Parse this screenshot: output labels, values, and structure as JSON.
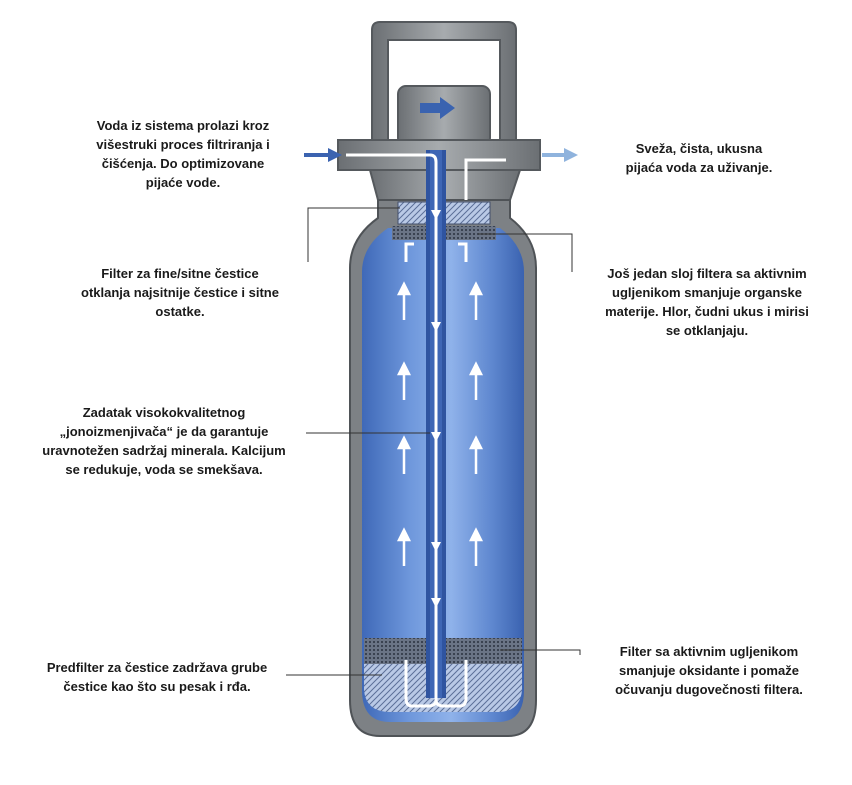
{
  "labels": {
    "intake": "Voda iz sistema prolazi kroz\nvišestruki proces filtriranja i\nčišćenja. Do optimizovane\npijaće vode.",
    "output": "Sveža, čista, ukusna\npijaća voda za uživanje.",
    "fine_filter": "Filter za fine/sitne čestice\notklanja najsitnije čestice i sitne\nostatke.",
    "carbon_top": "Još jedan sloj filtera sa aktivnim\nugljenikom smanjuje organske\nmaterije. Hlor, čudni ukus i mirisi\nse otklanjaju.",
    "ion_exchange": "Zadatak visokokvalitetnog\n„jonoizmenjivača“ je da garantuje\nuravnotežen sadržaj minerala. Kalcijum\nse redukuje, voda se smekšava.",
    "carbon_bottom": "Filter sa aktivnim ugljenikom\nsmanjuje oksidante i pomaže\nočuvanju dugovečnosti filtera.",
    "prefilter": "Predfilter za čestice zadržava grube\nčestice kao što su pesak i rđa."
  },
  "colors": {
    "housing_grey": "#8a8d90",
    "housing_dark": "#5e6266",
    "water_blue": "#4a78c4",
    "water_light": "#a9c2ea",
    "inlet_arrow": "#3b63b0",
    "outlet_arrow": "#8fb3dd",
    "leader_line": "#333333"
  }
}
